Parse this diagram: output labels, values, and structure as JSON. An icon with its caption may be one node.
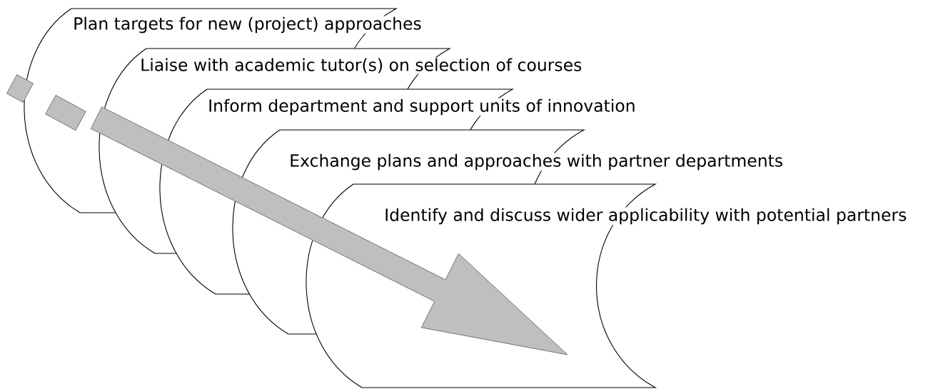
{
  "diagram": {
    "nodes": [
      {
        "text": [
          "Plan targets for new (project) approaches"
        ]
      },
      {
        "text": [
          "Liaise with academic tutor(s) on selection of courses"
        ]
      },
      {
        "text": [
          "Inform department and support units of innovation"
        ]
      },
      {
        "text": [
          "Exchange plans and approaches with partner departments"
        ]
      },
      {
        "text": [
          "Identify and discuss wider applicability with potential partners"
        ]
      }
    ],
    "edges": [
      {
        "from": 0,
        "to": 4,
        "arrow": "to"
      }
    ]
  }
}
